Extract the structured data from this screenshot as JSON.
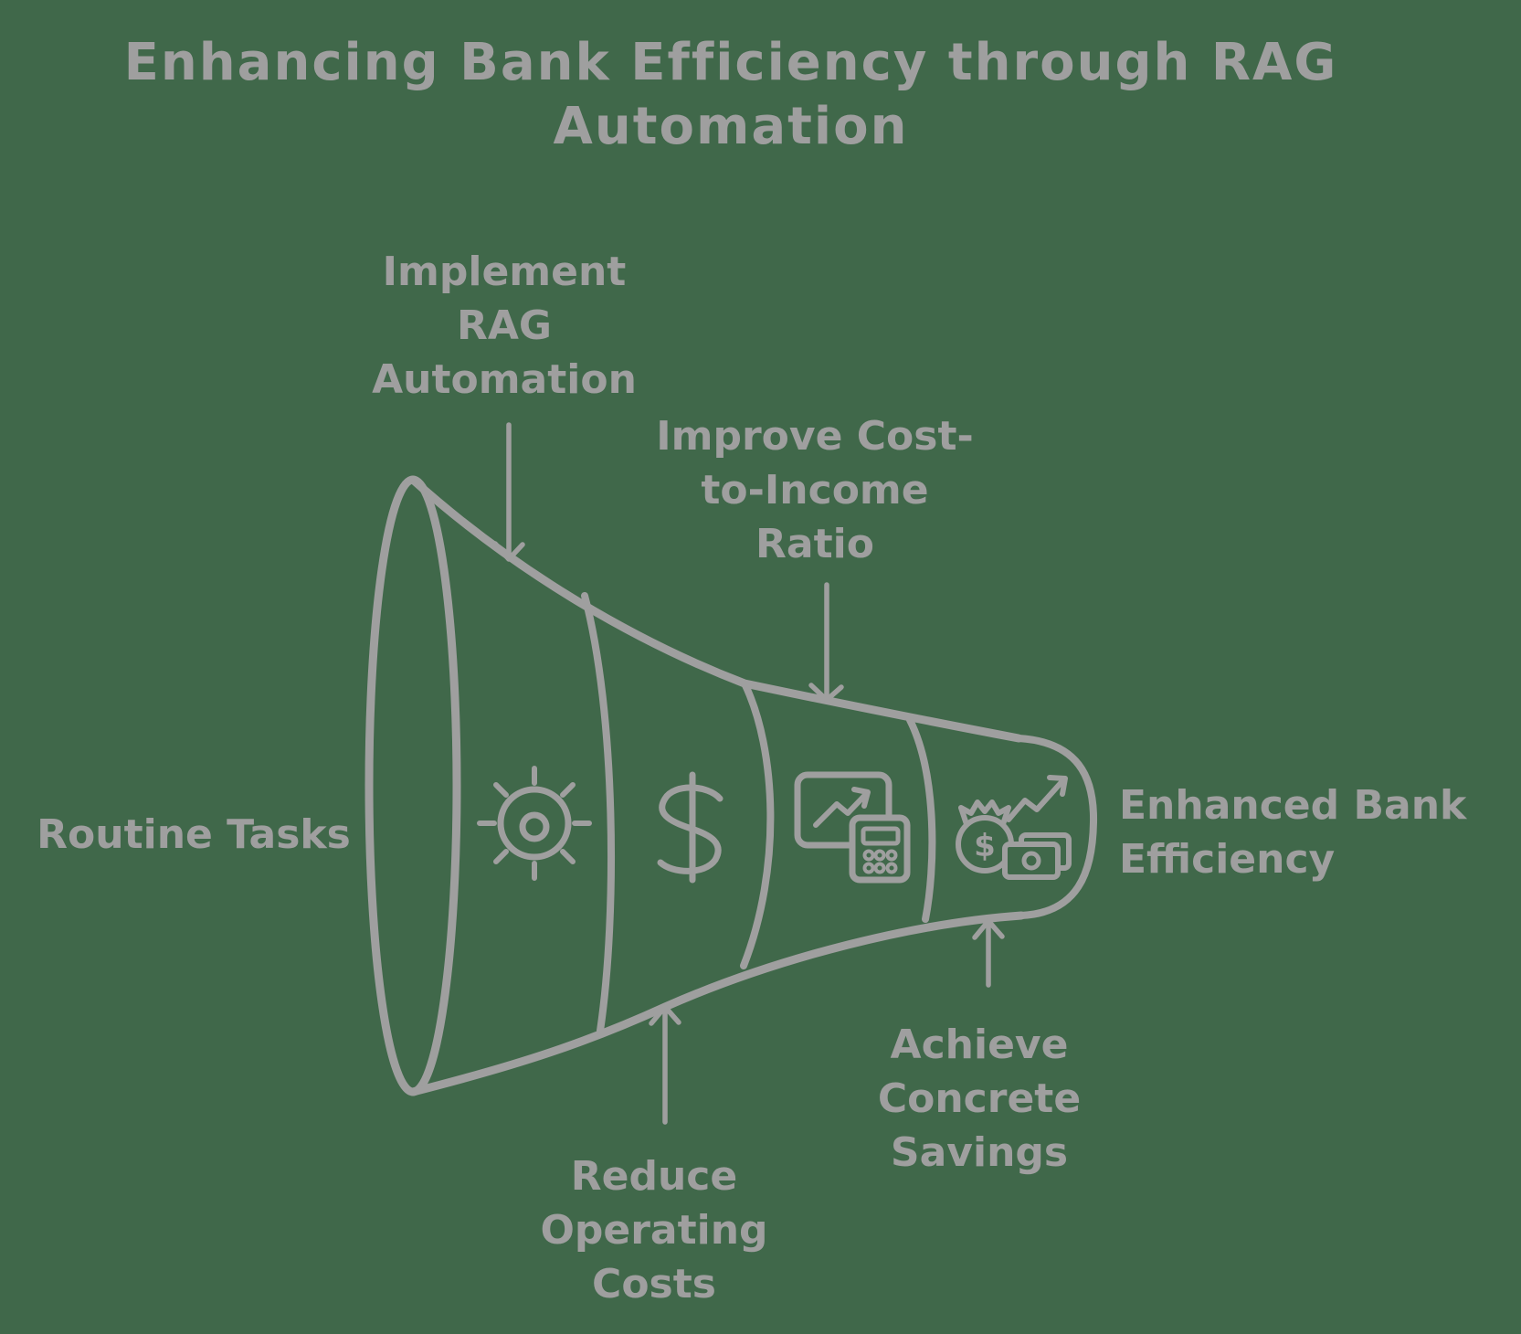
{
  "colors": {
    "background": "#40684a",
    "ink": "#9f9f9f"
  },
  "title": {
    "lines": [
      "Enhancing Bank Efficiency through RAG",
      "Automation"
    ]
  },
  "funnel": {
    "input_label": "Routine Tasks",
    "output_label_lines": [
      "Enhanced Bank",
      "Efficiency"
    ],
    "dollar_glyph": "$",
    "stages": [
      {
        "label_lines": [
          "Implement",
          "RAG",
          "Automation"
        ],
        "icon": "gear-icon",
        "arrow": "down"
      },
      {
        "label_lines": [
          "Improve Cost-",
          "to-Income",
          "Ratio"
        ],
        "icon": "chart-calculator-icon",
        "arrow": "down"
      },
      {
        "label_lines": [
          "Reduce",
          "Operating",
          "Costs"
        ],
        "icon": "dollar-icon",
        "arrow": "up"
      },
      {
        "label_lines": [
          "Achieve",
          "Concrete",
          "Savings"
        ],
        "icon": "money-bag-cash-icon",
        "arrow": "up"
      }
    ]
  }
}
